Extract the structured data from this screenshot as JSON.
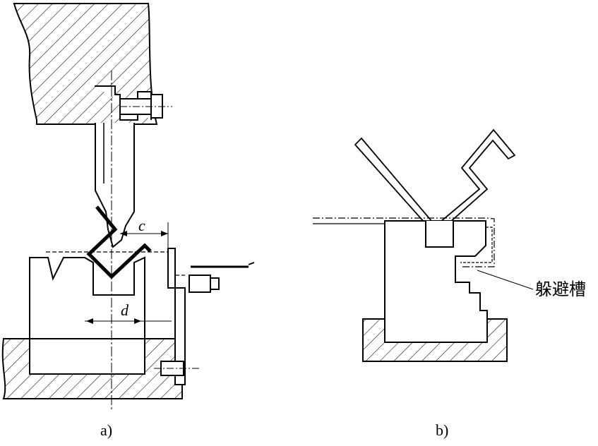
{
  "panel_a": {
    "caption": "a)",
    "dim_c": "c",
    "dim_d": "d"
  },
  "panel_b": {
    "caption": "b)",
    "groove_label": "躲避槽"
  }
}
